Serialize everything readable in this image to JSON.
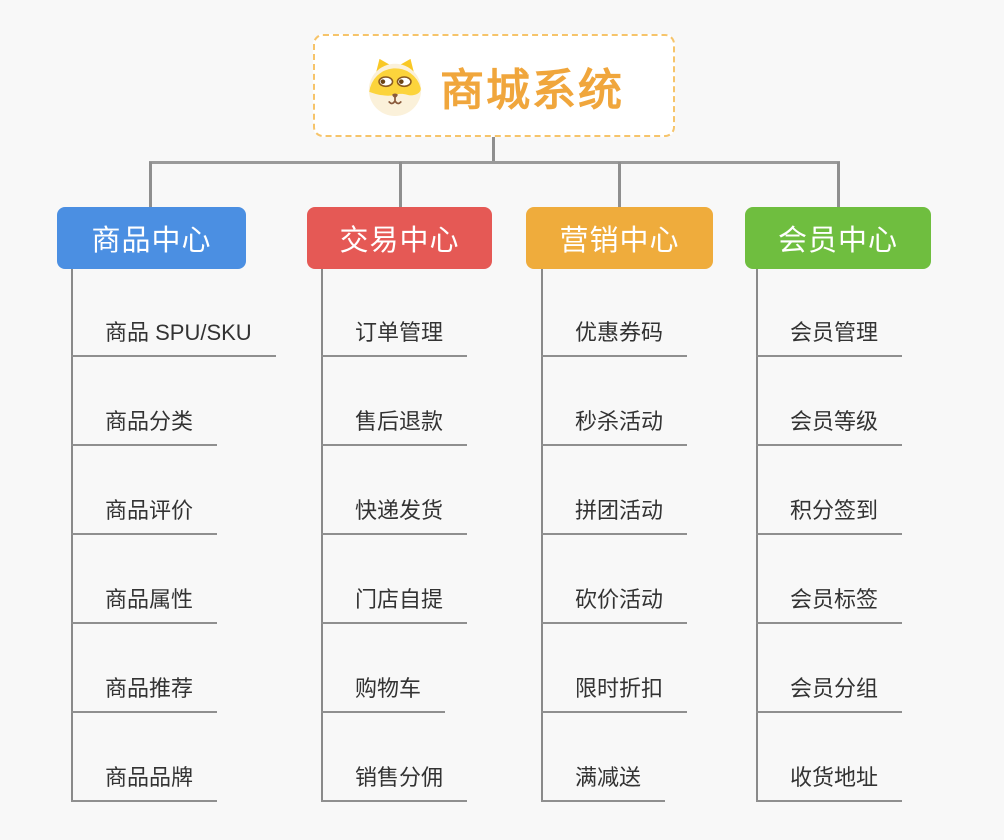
{
  "root": {
    "title": "商城系统",
    "icon": "dog-face-icon",
    "accent_color": "#F0A63C"
  },
  "branches": [
    {
      "label": "商品中心",
      "color": "#4B8FE2",
      "items": [
        "商品 SPU/SKU",
        "商品分类",
        "商品评价",
        "商品属性",
        "商品推荐",
        "商品品牌"
      ]
    },
    {
      "label": "交易中心",
      "color": "#E55955",
      "items": [
        "订单管理",
        "售后退款",
        "快递发货",
        "门店自提",
        "购物车",
        "销售分佣"
      ]
    },
    {
      "label": "营销中心",
      "color": "#EFAC3C",
      "items": [
        "优惠券码",
        "秒杀活动",
        "拼团活动",
        "砍价活动",
        "限时折扣",
        "满减送"
      ]
    },
    {
      "label": "会员中心",
      "color": "#6FBE3F",
      "items": [
        "会员管理",
        "会员等级",
        "积分签到",
        "会员标签",
        "会员分组",
        "收货地址"
      ]
    }
  ],
  "colors": {
    "background": "#F8F8F8",
    "connector": "#8F8F8F",
    "leaf_text": "#333333"
  }
}
